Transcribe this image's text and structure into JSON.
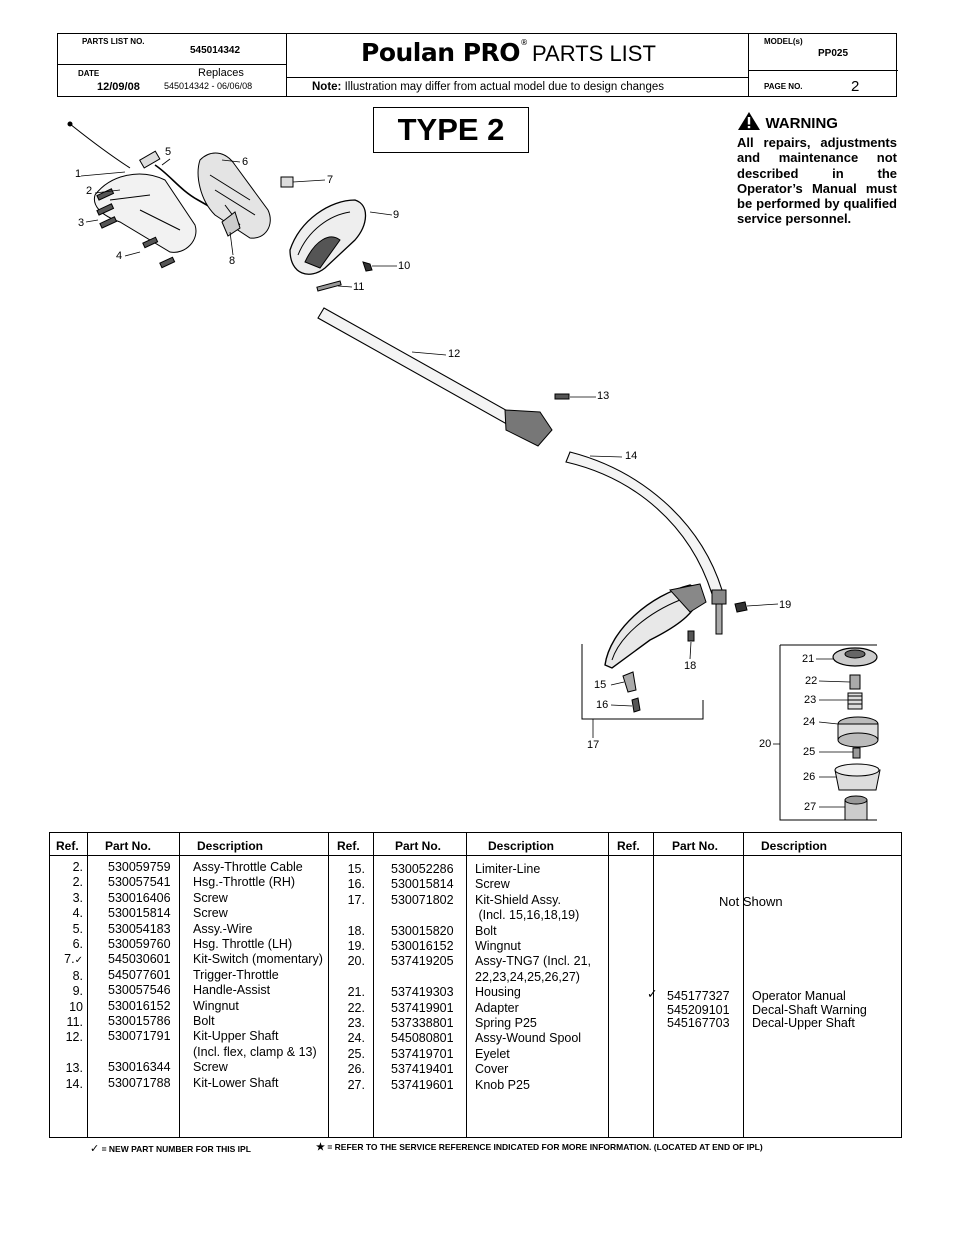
{
  "header": {
    "parts_list_no_label": "PARTS LIST NO.",
    "parts_list_no": "545014342",
    "date_label": "DATE",
    "date": "12/09/08",
    "replaces_label": "Replaces",
    "replaces": "545014342 - 06/06/08",
    "brand": "Poulan PRO",
    "brand_reg": "®",
    "doc_title": "PARTS LIST",
    "note_label": "Note:",
    "note_text": "Illustration may differ from actual model due to design changes",
    "models_label": "MODEL(s)",
    "model": "PP025",
    "page_label": "PAGE   NO.",
    "page": "2"
  },
  "type_label": "TYPE 2",
  "warning": {
    "title": "WARNING",
    "body": "All repairs, adjustments and maintenance not described in the Operator’s Manual must be performed by qualified service personnel."
  },
  "callouts": [
    "1",
    "2",
    "3",
    "4",
    "5",
    "6",
    "7",
    "8",
    "9",
    "10",
    "11",
    "12",
    "13",
    "14",
    "15",
    "16",
    "17",
    "18",
    "19",
    "20",
    "21",
    "22",
    "23",
    "24",
    "25",
    "26",
    "27"
  ],
  "table": {
    "headers": [
      "Ref.",
      "Part No.",
      "Description",
      "Ref.",
      "Part No.",
      "Description",
      "Ref.",
      "Part No.",
      "Description"
    ],
    "group1": [
      {
        "ref": "2.",
        "part": "530059759",
        "desc": "Assy-Throttle Cable"
      },
      {
        "ref": "2.",
        "part": "530057541",
        "desc": "Hsg.-Throttle (RH)"
      },
      {
        "ref": "3.",
        "part": "530016406",
        "desc": "Screw"
      },
      {
        "ref": "4.",
        "part": "530015814",
        "desc": "Screw"
      },
      {
        "ref": "5.",
        "part": "530054183",
        "desc": "Assy.-Wire"
      },
      {
        "ref": "6.",
        "part": "530059760",
        "desc": "Hsg. Throttle (LH)"
      },
      {
        "ref": "7.",
        "part": "545030601",
        "desc": "Kit-Switch (momentary)",
        "new": true
      },
      {
        "ref": "8.",
        "part": "545077601",
        "desc": "Trigger-Throttle"
      },
      {
        "ref": "9.",
        "part": "530057546",
        "desc": "Handle-Assist"
      },
      {
        "ref": "10",
        "part": "530016152",
        "desc": "Wingnut"
      },
      {
        "ref": "11.",
        "part": "530015786",
        "desc": "Bolt"
      },
      {
        "ref": "12.",
        "part": "530071791",
        "desc": "Kit-Upper Shaft"
      },
      {
        "ref": "",
        "part": "",
        "desc": "(Incl. flex, clamp & 13)"
      },
      {
        "ref": "13.",
        "part": "530016344",
        "desc": "Screw"
      },
      {
        "ref": "14.",
        "part": "530071788",
        "desc": "Kit-Lower Shaft"
      }
    ],
    "group2": [
      {
        "ref": "15.",
        "part": "530052286",
        "desc": "Limiter-Line"
      },
      {
        "ref": "16.",
        "part": "530015814",
        "desc": "Screw"
      },
      {
        "ref": "17.",
        "part": "530071802",
        "desc": "Kit-Shield Assy."
      },
      {
        "ref": "",
        "part": "",
        "desc": " (Incl. 15,16,18,19)"
      },
      {
        "ref": "18.",
        "part": "530015820",
        "desc": "Bolt"
      },
      {
        "ref": "19.",
        "part": "530016152",
        "desc": "Wingnut"
      },
      {
        "ref": "20.",
        "part": "537419205",
        "desc": "Assy-TNG7 (Incl. 21,"
      },
      {
        "ref": "",
        "part": "",
        "desc": "22,23,24,25,26,27)"
      },
      {
        "ref": "21.",
        "part": "537419303",
        "desc": "Housing"
      },
      {
        "ref": "22.",
        "part": "537419901",
        "desc": "Adapter"
      },
      {
        "ref": "23.",
        "part": "537338801",
        "desc": "Spring P25"
      },
      {
        "ref": "24.",
        "part": "545080801",
        "desc": "Assy-Wound Spool"
      },
      {
        "ref": "25.",
        "part": "537419701",
        "desc": "Eyelet"
      },
      {
        "ref": "26.",
        "part": "537419401",
        "desc": "Cover"
      },
      {
        "ref": "27.",
        "part": "537419601",
        "desc": "Knob P25"
      }
    ],
    "not_shown_label": "Not Shown",
    "group3": [
      {
        "part": "545177327",
        "desc": "Operator Manual",
        "new": true
      },
      {
        "part": "545209101",
        "desc": "Decal-Shaft Warning"
      },
      {
        "part": "545167703",
        "desc": "Decal-Upper Shaft"
      }
    ]
  },
  "footer": {
    "new_part": "= NEW PART NUMBER FOR THIS  IPL",
    "service_ref": "= REFER TO THE SERVICE REFERENCE  INDICATED FOR MORE INFORMATION. (LOCATED AT END OF IPL)"
  }
}
